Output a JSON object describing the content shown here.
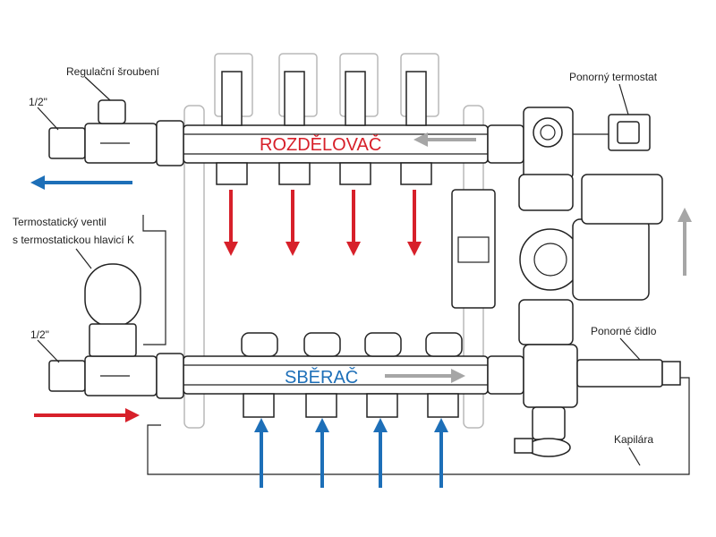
{
  "labels": {
    "regulacni_srouben": "Regulační šroubení",
    "half_inch_top": "1/2\"",
    "termostaticky_line1": "Termostatický ventil",
    "termostaticky_line2": "s termostatickou hlavicí K",
    "half_inch_bottom": "1/2\"",
    "rozdelovac": "ROZDĚLOVAČ",
    "sberac": "SBĚRAČ",
    "ponorny_termostat": "Ponorný termostat",
    "ponorne_cidlo": "Ponorné čidlo",
    "kapilara": "Kapilára"
  },
  "colors": {
    "red": "#d7202a",
    "blue": "#1d6fb8",
    "gray": "#a6a6a6",
    "line": "#222222",
    "ghost": "#b9b9b9"
  },
  "icons": {
    "supply_arrows": "red-down-arrow",
    "return_arrows": "blue-up-arrow",
    "flow_arrows": "gray-arrow"
  }
}
